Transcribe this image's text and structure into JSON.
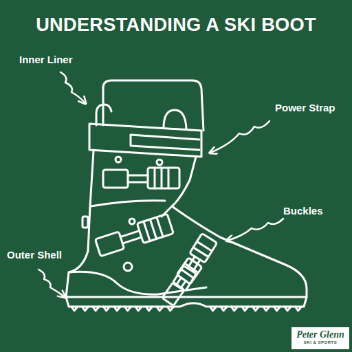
{
  "diagram": {
    "title": "UNDERSTANDING A SKI BOOT",
    "nodes": [
      {
        "text": [
          "Peter Glenn",
          "SKI & SPORTS"
        ]
      }
    ],
    "labels": [
      "Inner Liner",
      "Power Strap",
      "Buckles",
      "Outer Shell"
    ]
  }
}
